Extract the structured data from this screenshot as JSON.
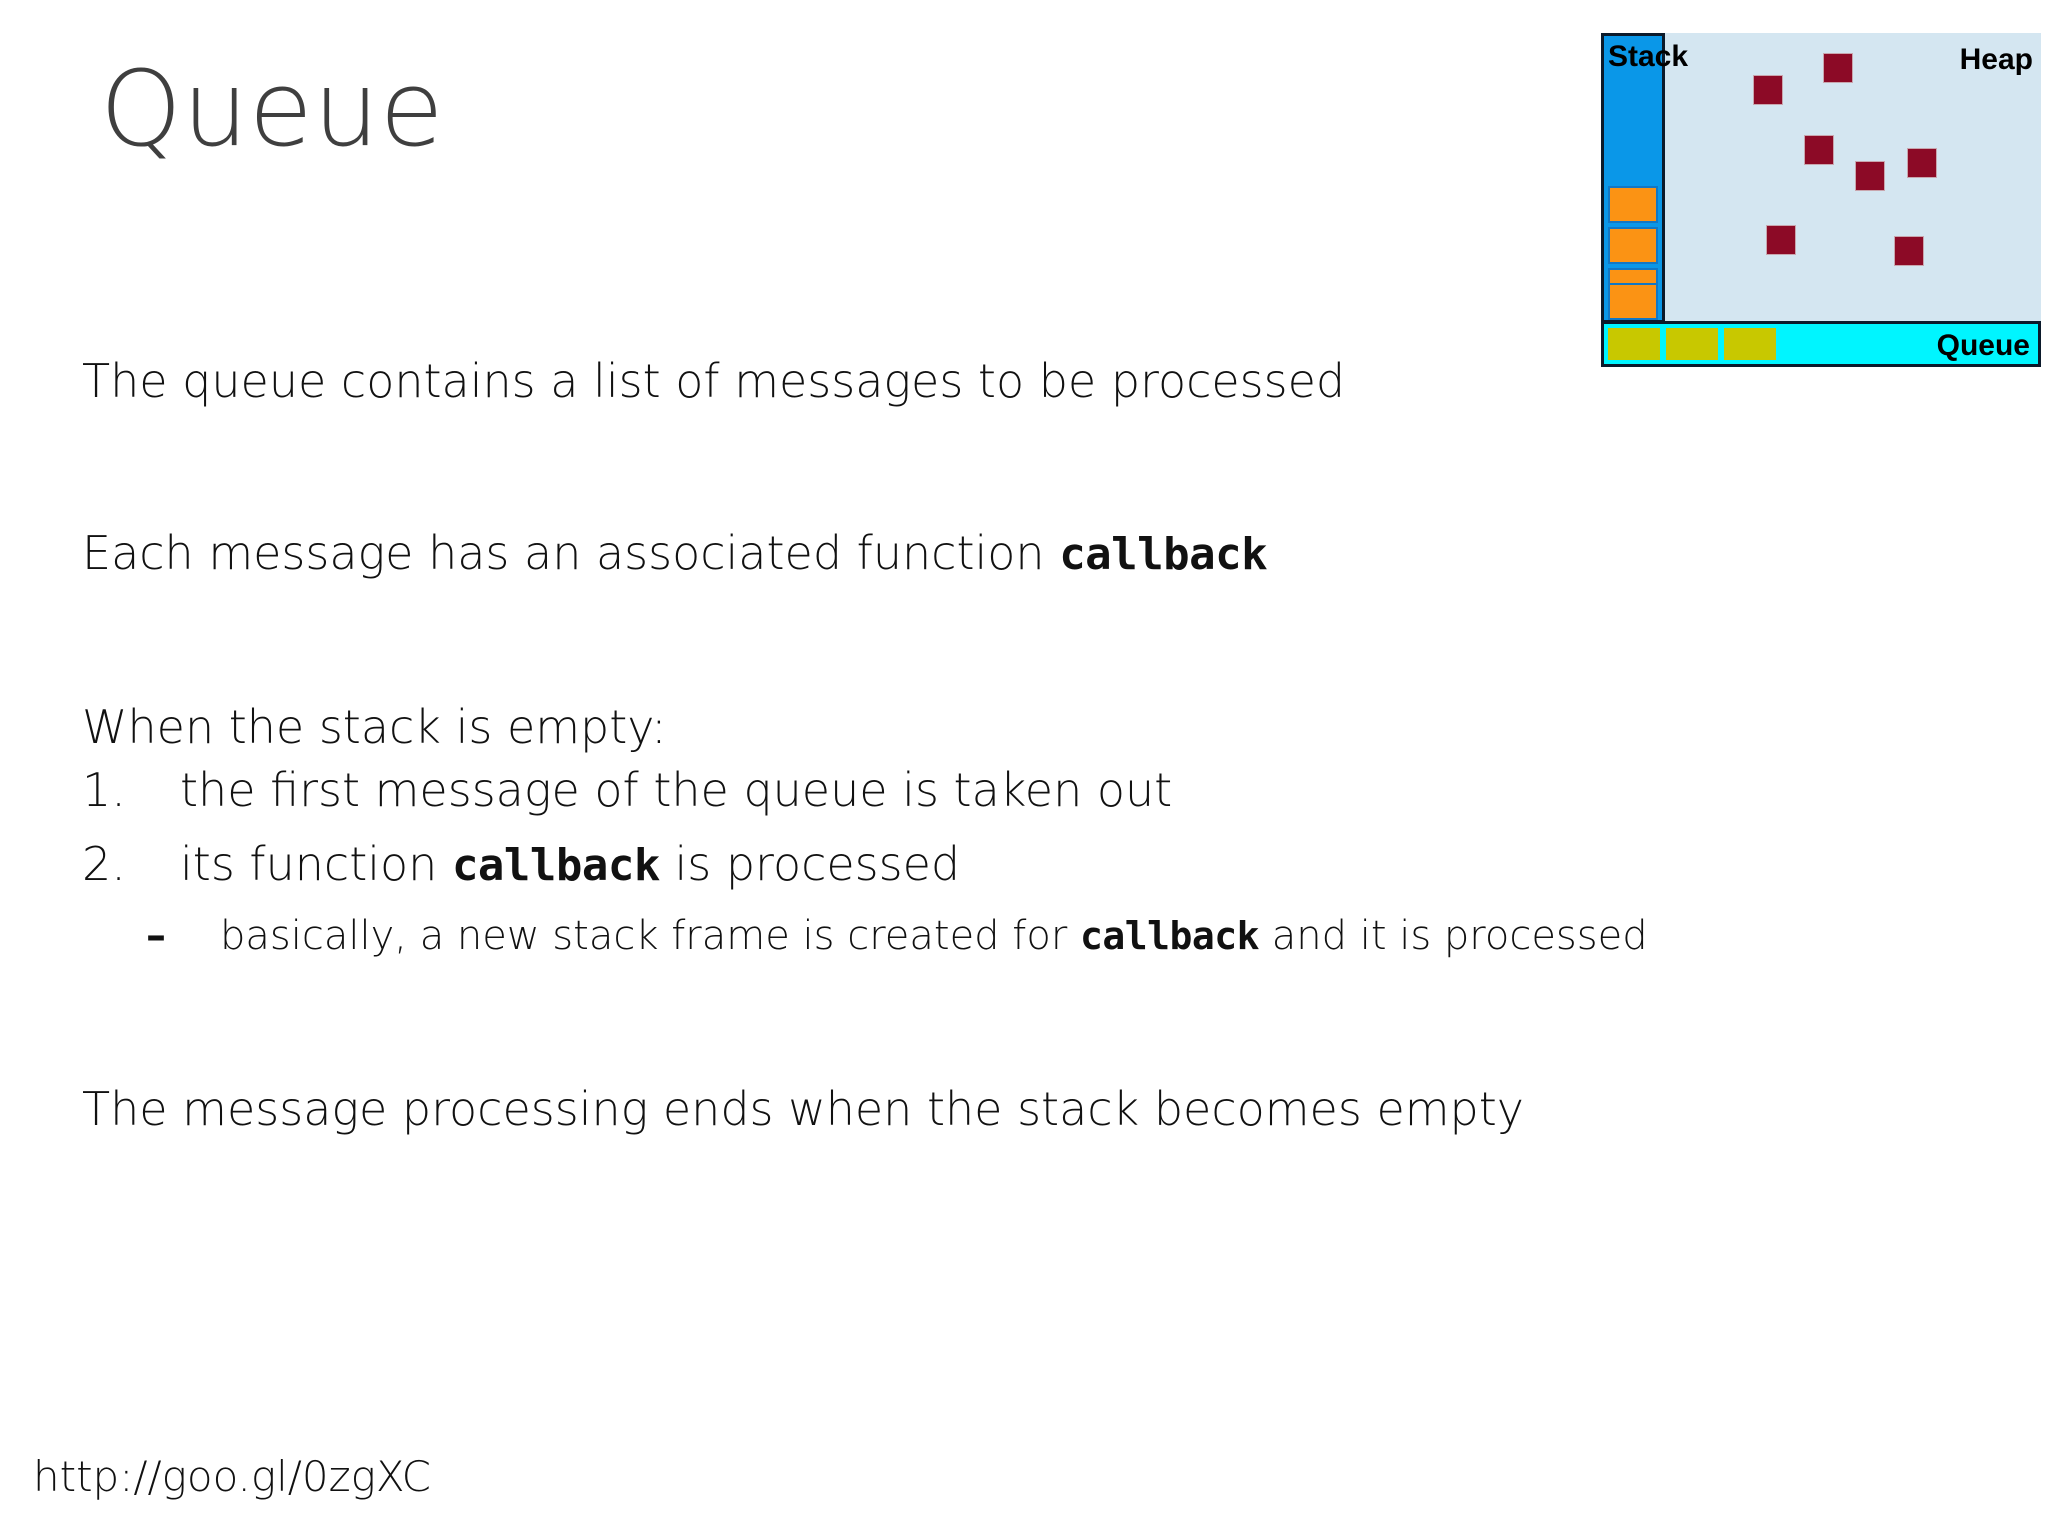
{
  "slide": {
    "title": "Queue",
    "footer_url": "http://goo.gl/0zgXC"
  },
  "body": {
    "line1": "The queue contains a list of messages to be processed",
    "line2_prefix": "Each message has an associated function ",
    "line2_code": "callback",
    "line3": "When the stack is empty:",
    "items": [
      {
        "marker": "1.",
        "text": "the first message of the queue is taken out"
      },
      {
        "marker": "2.",
        "prefix": "its function ",
        "code": "callback",
        "suffix": " is processed"
      }
    ],
    "subitem": {
      "marker": "–",
      "prefix": "basically, a new stack frame is created for ",
      "code": "callback",
      "suffix": " and it is processed"
    },
    "line4": "The message processing ends when the stack becomes empty"
  },
  "diagram": {
    "stack_label": "Stack",
    "heap_label": "Heap",
    "queue_label": "Queue",
    "colors": {
      "stack_fill": "#0a97e8",
      "stack_frame": "#fb9314",
      "heap_fill": "#d4e6f1",
      "heap_block": "#8c0a26",
      "queue_fill": "#00f5ff",
      "queue_message": "#c8c800",
      "border": "#0b1a2b"
    },
    "stack_frame_count": 4,
    "heap_block_count": 7,
    "queue_message_count": 3
  }
}
